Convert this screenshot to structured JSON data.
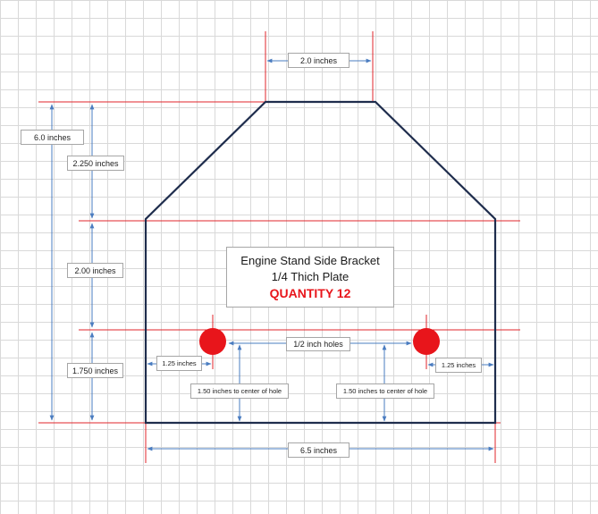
{
  "title": {
    "line1": "Engine Stand Side Bracket",
    "line2": "1/4 Thich Plate",
    "line3": "QUANTITY 12"
  },
  "dimensions": {
    "top_width": "2.0 inches",
    "total_height": "6.0 inches",
    "taper_height": "2.250 inches",
    "middle_height": "2.00 inches",
    "hole_height": "1.750 inches",
    "hole_size": "1/2 inch holes",
    "left_hole_offset": "1.25 inches",
    "right_hole_offset": "1.25 inches",
    "left_hole_center": "1.50 inches  to center of hole",
    "right_hole_center": "1.50 inches  to center of hole",
    "bottom_width": "6.5 inches"
  },
  "colors": {
    "outline": "#1f2d4d",
    "extension": "#e0262b",
    "dimension": "#4a7cc0",
    "hole": "#e8151b",
    "quantity": "#e8151b"
  }
}
